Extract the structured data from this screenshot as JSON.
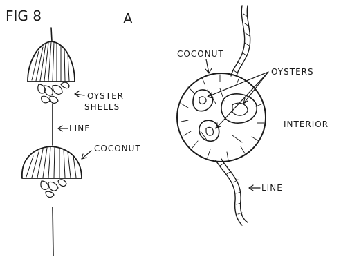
{
  "figure": {
    "figure_number": "FIG 8",
    "panel_label": "A"
  },
  "left_string": {
    "oyster_shells_label_line1": "OYSTER",
    "oyster_shells_label_line2": "SHELLS",
    "line_label": "LINE",
    "coconut_label": "COCONUT"
  },
  "right_detail": {
    "coconut_label": "COCONUT",
    "oysters_label": "OYSTERS",
    "interior_label": "INTERIOR",
    "line_label": "LINE"
  },
  "colors": {
    "ink": "#1a1a1a",
    "paper": "#ffffff"
  }
}
